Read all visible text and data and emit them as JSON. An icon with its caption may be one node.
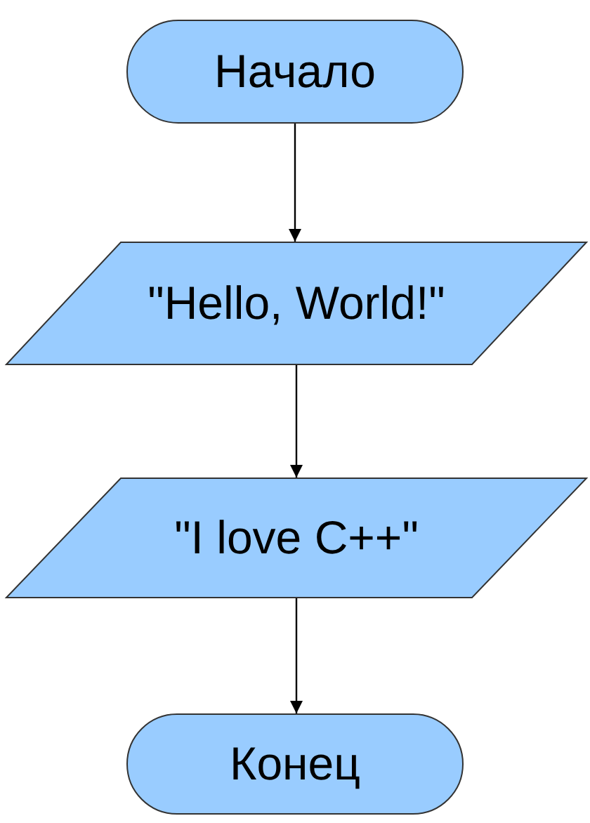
{
  "diagram": {
    "nodes": [
      {
        "text": [
          "Начало"
        ]
      },
      {
        "text": [
          "\"Hello, World!\""
        ]
      },
      {
        "text": [
          "\"I love C++\""
        ]
      },
      {
        "text": [
          "Конец"
        ]
      }
    ],
    "edges": [
      {
        "from": 0,
        "to": 1,
        "arrow": "to"
      },
      {
        "from": 1,
        "to": 2,
        "arrow": "to"
      },
      {
        "from": 2,
        "to": 3,
        "arrow": "to"
      }
    ]
  }
}
